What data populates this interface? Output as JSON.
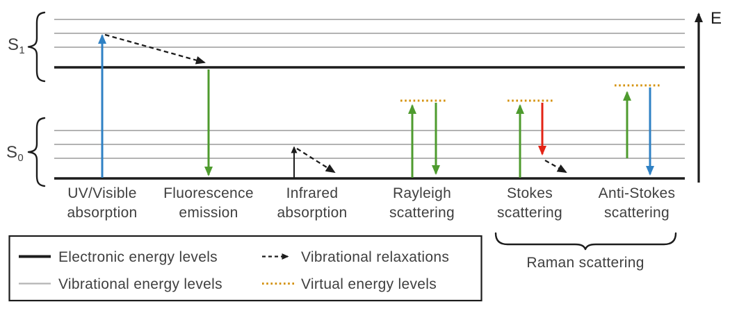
{
  "colors": {
    "ink": "#1c1c1c",
    "text": "#3f3f3f",
    "gray-level": "#b3b3b3",
    "blue": "#2f81c4",
    "green": "#4e9b2e",
    "red": "#e32314",
    "orange": "#d4920e"
  },
  "axis": {
    "energy_label": "E"
  },
  "states": {
    "s1": {
      "base": "S",
      "sub": "1"
    },
    "s0": {
      "base": "S",
      "sub": "0"
    }
  },
  "processes": [
    {
      "line1": "UV/Visible",
      "line2": "absorption"
    },
    {
      "line1": "Fluorescence",
      "line2": "emission"
    },
    {
      "line1": "Infrared",
      "line2": "absorption"
    },
    {
      "line1": "Rayleigh",
      "line2": "scattering"
    },
    {
      "line1": "Stokes",
      "line2": "scattering"
    },
    {
      "line1": "Anti-Stokes",
      "line2": "scattering"
    }
  ],
  "raman_group": {
    "label": "Raman scattering"
  },
  "legend": {
    "electronic": "Electronic energy levels",
    "vibrational": "Vibrational energy levels",
    "relaxations": "Vibrational relaxations",
    "virtual": "Virtual energy levels"
  }
}
